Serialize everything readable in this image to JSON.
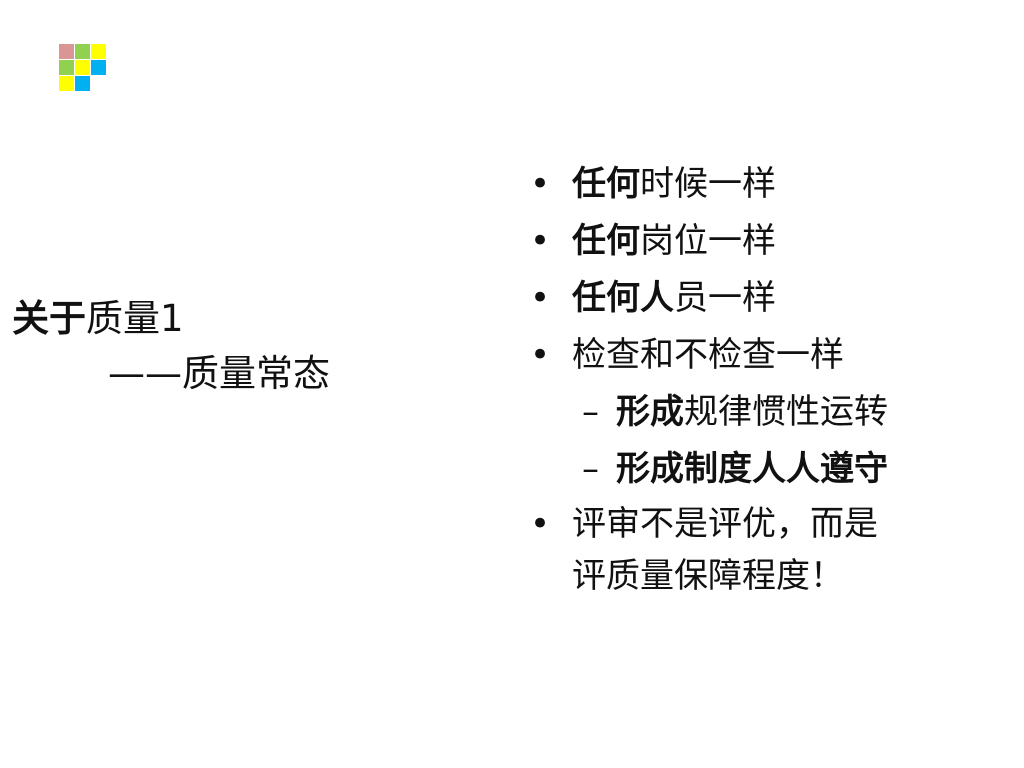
{
  "colors": {
    "logo": [
      "#d99694",
      "#92d050",
      "#ffff00",
      "#92d050",
      "#ffff00",
      "#00b0f0",
      "#ffff00",
      "#00b0f0"
    ]
  },
  "title": {
    "bold": "关于",
    "rest": "质量1",
    "subtitle": "——质量常态"
  },
  "bullets": [
    {
      "marker": "•",
      "bold": "任何",
      "rest": "时候一样"
    },
    {
      "marker": "•",
      "bold": "任何",
      "rest": "岗位一样"
    },
    {
      "marker": "•",
      "bold": "任何人",
      "rest": "员一样"
    },
    {
      "marker": "•",
      "bold": "",
      "rest": "检查和不检查一样"
    },
    {
      "marker": "–",
      "bold": "形成",
      "rest": "规律惯性运转"
    },
    {
      "marker": "–",
      "bold": "形成制度人人遵守",
      "rest": ""
    },
    {
      "marker": "•",
      "line1": "评审不是评优，而是",
      "line2": "评质量保障程度！"
    }
  ]
}
